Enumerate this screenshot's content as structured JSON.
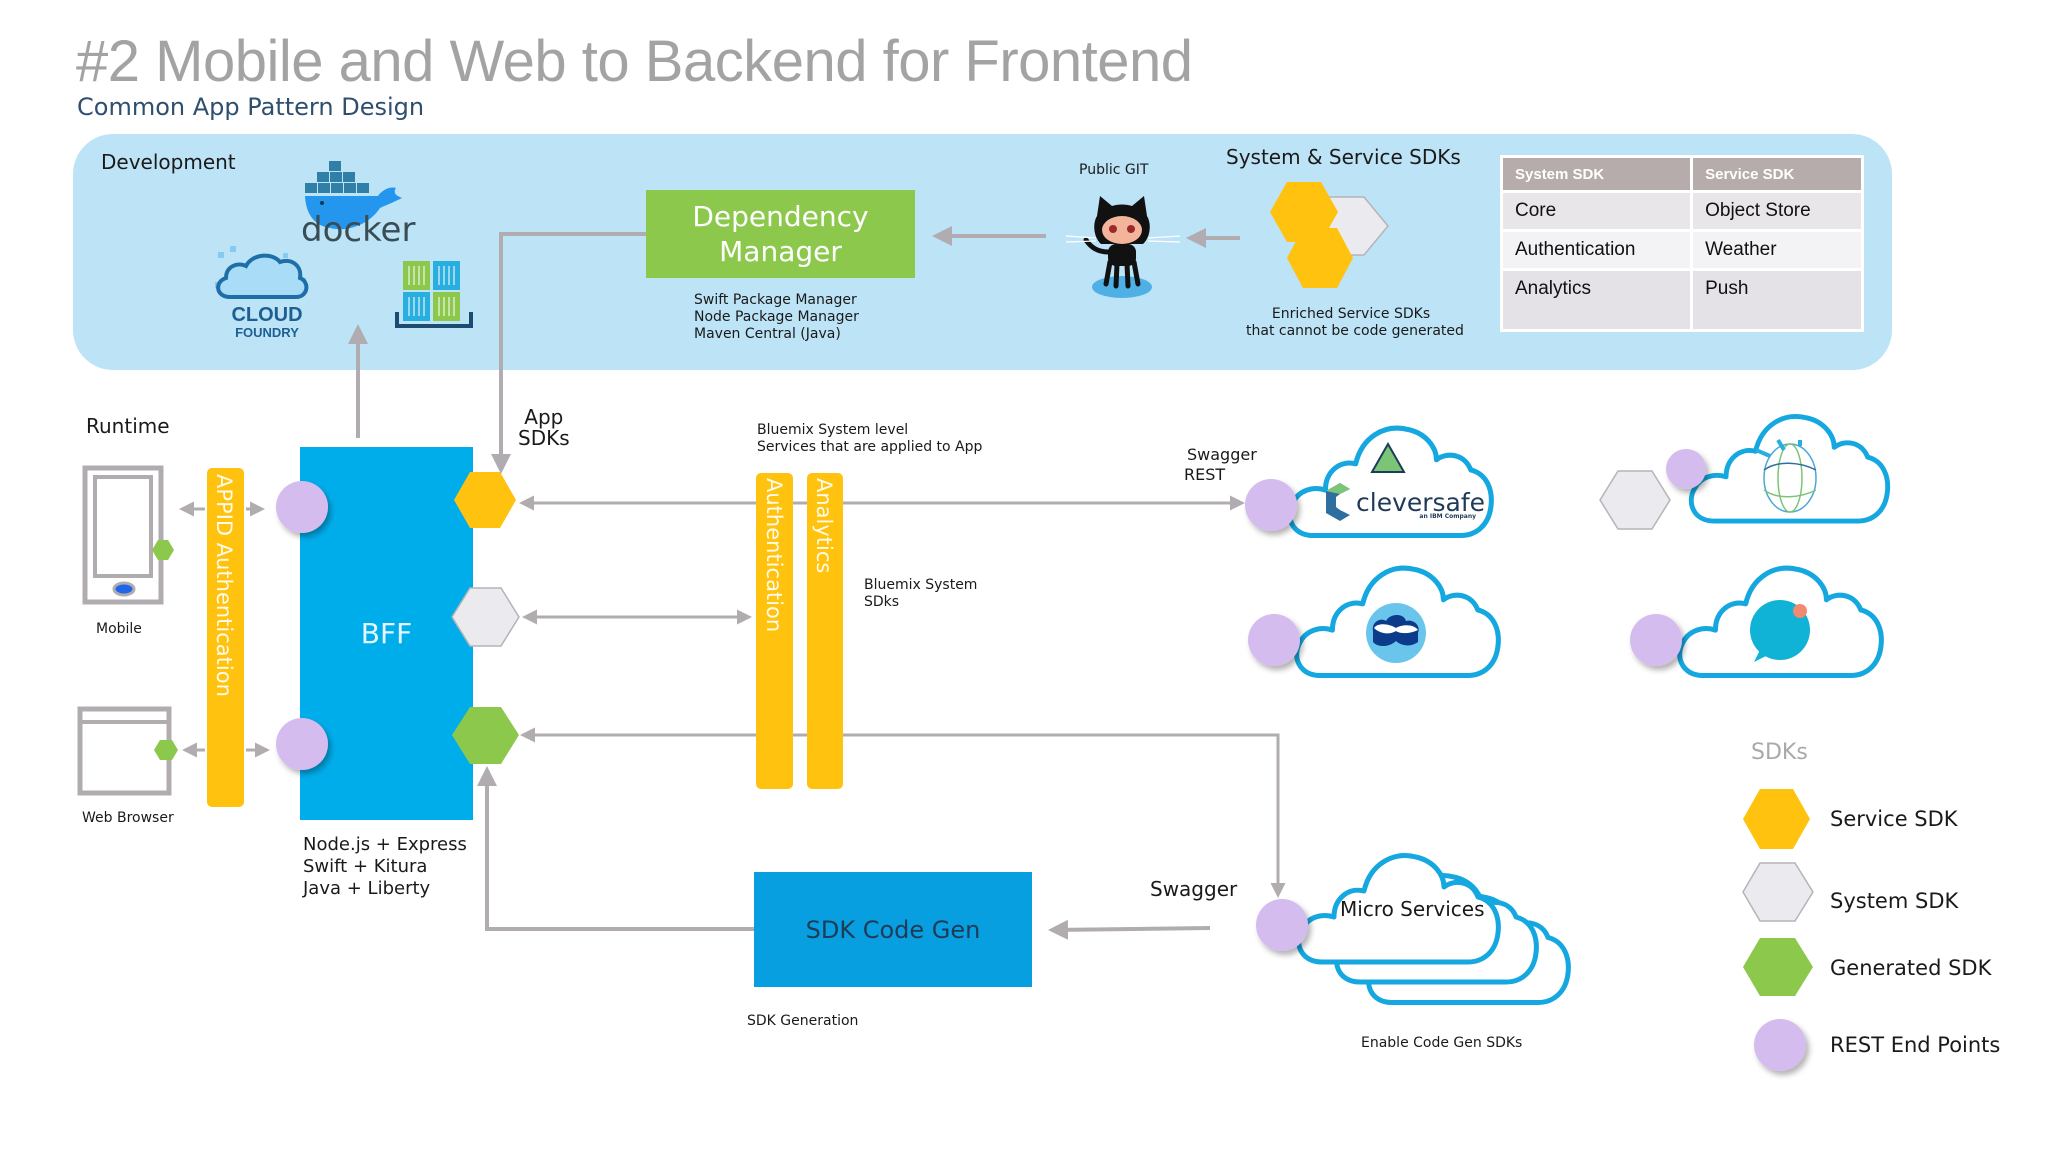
{
  "header": {
    "title": "#2 Mobile and Web to Backend for Frontend",
    "subtitle": "Common App Pattern Design"
  },
  "development": {
    "label": "Development",
    "logos": {
      "docker": "docker",
      "cloud_foundry_line1": "CLOUD",
      "cloud_foundry_line2": "FOUNDRY"
    },
    "dependency_manager": {
      "title_line1": "Dependency",
      "title_line2": "Manager",
      "notes": [
        "Swift Package Manager",
        "Node Package Manager",
        "Maven Central (Java)"
      ]
    },
    "public_git_label": "Public GIT",
    "sdks_heading": "System & Service SDKs",
    "enriched_note": [
      "Enriched Service SDKs",
      "that cannot be code generated"
    ],
    "sdk_table": {
      "headers": [
        "System SDK",
        "Service SDK"
      ],
      "rows": [
        [
          "Core",
          "Object Store"
        ],
        [
          "Authentication",
          "Weather"
        ],
        [
          "Analytics",
          "Push"
        ],
        [
          "",
          ""
        ]
      ]
    }
  },
  "runtime": {
    "label": "Runtime",
    "mobile_label": "Mobile",
    "web_label": "Web Browser",
    "appid_bar": "APPID Authentication",
    "bff_label": "BFF",
    "bff_stack": [
      "Node.js  + Express",
      "Swift + Kitura",
      "Java + Liberty"
    ],
    "app_sdks_label": [
      "App",
      "SDKs"
    ],
    "bluemix_system_level": [
      "Bluemix System level",
      "Services that are applied to App"
    ],
    "auth_bar": "Authentication",
    "analytics_bar": "Analytics",
    "bluemix_system_sdks": [
      "Bluemix System",
      "SDks"
    ],
    "swagger_rest": [
      "Swagger",
      "REST"
    ],
    "cleversafe_logo": "cleversafe",
    "cleversafe_tagline": "an IBM Company",
    "code_gen": {
      "label": "SDK Code Gen",
      "note": "SDK Generation"
    },
    "swagger_label": "Swagger",
    "micro_services_label": "Micro Services",
    "micro_services_note": "Enable Code Gen SDKs"
  },
  "legend": {
    "title": "SDKs",
    "items": [
      {
        "label": "Service SDK",
        "shape": "hexagon",
        "color": "#ffc20e"
      },
      {
        "label": "System SDK",
        "shape": "hexagon",
        "color": "#ebeaee"
      },
      {
        "label": "Generated SDK",
        "shape": "hexagon",
        "color": "#8fce55"
      },
      {
        "label": "REST End Points",
        "shape": "circle",
        "color": "#d4bcef"
      }
    ]
  },
  "colors": {
    "panel": "#bde3f7",
    "bff_blue": "#00adeb",
    "codegen_blue": "#079fe0",
    "dep_green": "#8cc84b",
    "yellow": "#ffc20e",
    "rest_purple": "#d4bcef",
    "cloud_stroke": "#14a7e0",
    "arrow_gray": "#b3b0b3"
  }
}
